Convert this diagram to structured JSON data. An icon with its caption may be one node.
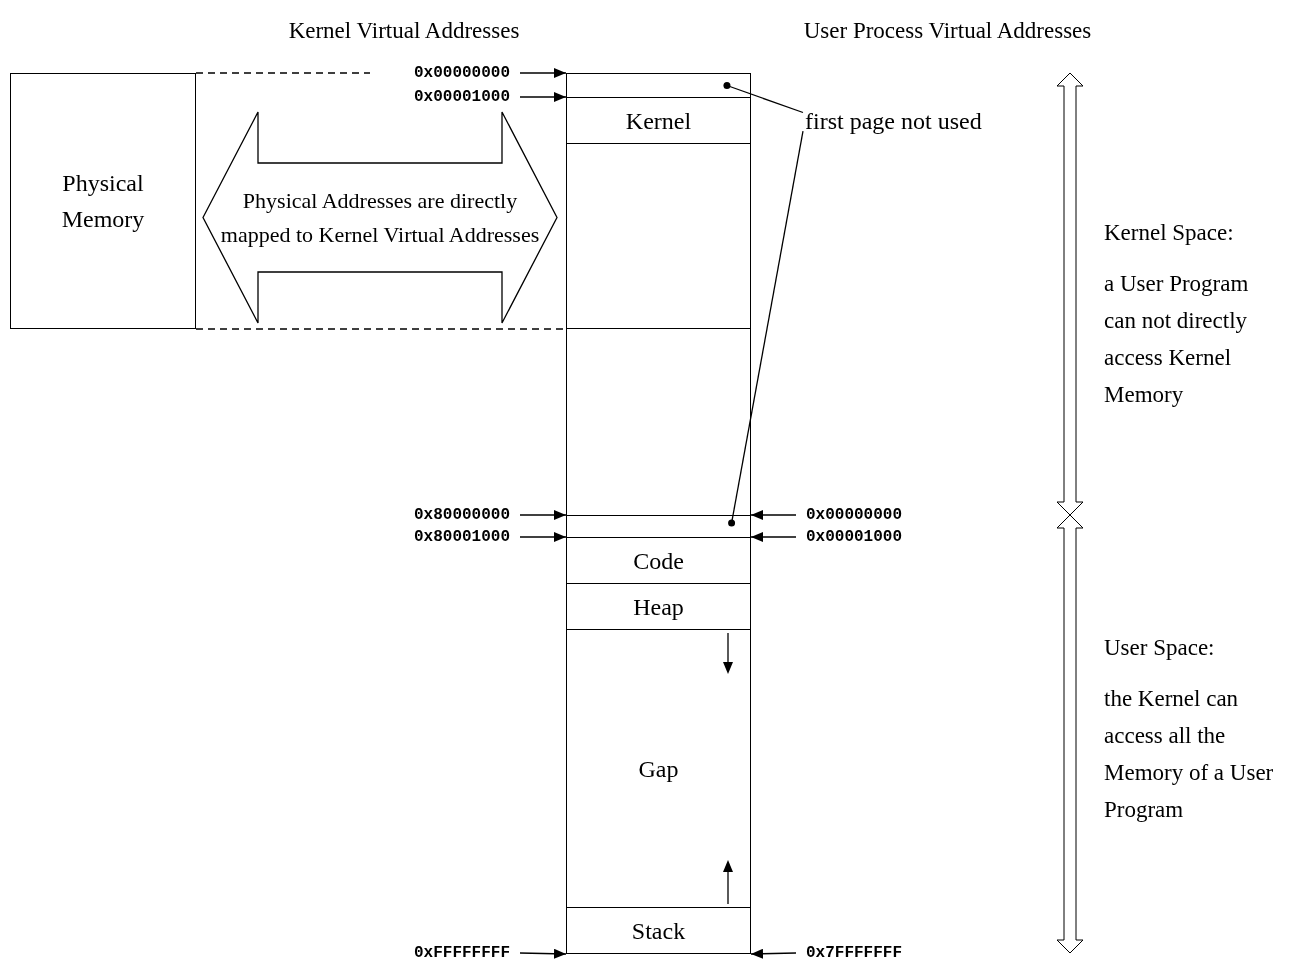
{
  "diagram": {
    "nodes": [
      {
        "text": [
          "Physical Memory"
        ]
      },
      {
        "text": [
          "Physical Addresses are directly mapped to Kernel Virtual Addresses"
        ]
      },
      {
        "text": [],
        "shape": "box"
      },
      {
        "text": [
          "Kernel"
        ]
      },
      {
        "text": [],
        "shape": "box"
      },
      {
        "text": [],
        "shape": "box"
      },
      {
        "text": [],
        "shape": "box"
      },
      {
        "text": [
          "Code"
        ]
      },
      {
        "text": [
          "Heap"
        ]
      },
      {
        "text": [
          "Gap"
        ]
      },
      {
        "text": [
          "Stack"
        ]
      },
      {
        "text": [
          "first page not used"
        ]
      },
      {
        "text": [
          "0x00000000"
        ]
      },
      {
        "text": [
          "0x00001000"
        ]
      },
      {
        "text": [
          "0x80000000"
        ]
      },
      {
        "text": [
          "0x80001000"
        ]
      },
      {
        "text": [
          "0xFFFFFFFF"
        ]
      },
      {
        "text": [
          "0x00000000"
        ]
      },
      {
        "text": [
          "0x00001000"
        ]
      },
      {
        "text": [
          "0x7FFFFFFF"
        ]
      }
    ],
    "edges": [
      {
        "from": 0,
        "to": 12,
        "arrow": "none",
        "style": "dashed"
      },
      {
        "from": 0,
        "to": 4,
        "arrow": "none",
        "style": "dashed"
      },
      {
        "from": 12,
        "to": 2,
        "arrow": "to"
      },
      {
        "from": 13,
        "to": 3,
        "arrow": "to"
      },
      {
        "from": 14,
        "to": 6,
        "arrow": "to"
      },
      {
        "from": 15,
        "to": 7,
        "arrow": "to"
      },
      {
        "from": 16,
        "to": 10,
        "arrow": "to"
      },
      {
        "from": 17,
        "to": 6,
        "arrow": "to"
      },
      {
        "from": 18,
        "to": 7,
        "arrow": "to"
      },
      {
        "from": 19,
        "to": 10,
        "arrow": "to"
      },
      {
        "from": 11,
        "to": 2,
        "arrow": "other"
      },
      {
        "from": 11,
        "to": 6,
        "arrow": "other"
      }
    ],
    "labels": [
      "Kernel Virtual Addresses",
      "User Process Virtual Addresses",
      "Kernel Space:",
      "a User Program can not directly access Kernel Memory",
      "User Space:",
      "the Kernel can access all the Memory of a User Program"
    ]
  }
}
